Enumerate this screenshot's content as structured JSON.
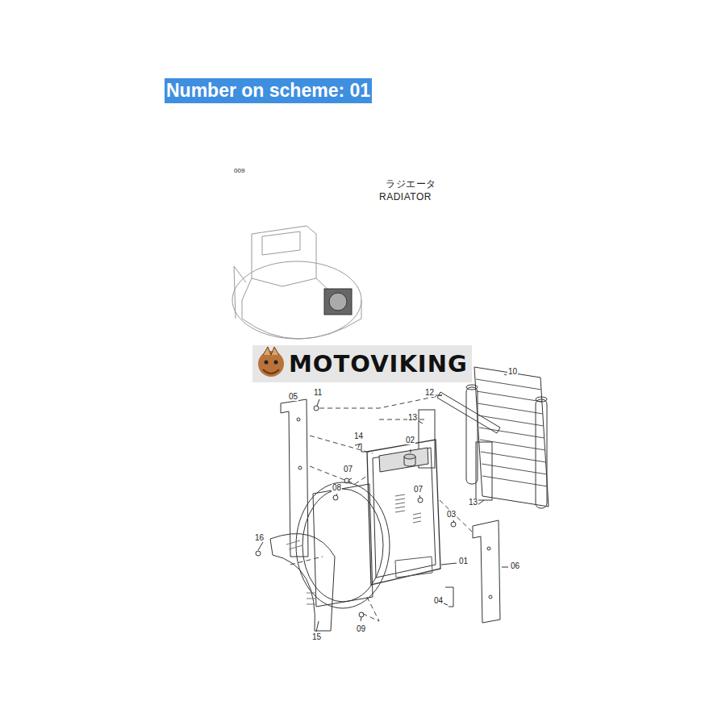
{
  "diagram": {
    "labels": [
      "Number on scheme: 01",
      "009",
      "ラジエータ",
      "RADIATOR",
      "MOTOVIKING",
      "10",
      "11",
      "12",
      "05",
      "13",
      "14",
      "02",
      "07",
      "08",
      "07",
      "03",
      "16",
      "01",
      "06",
      "04",
      "09",
      "15",
      "13"
    ]
  }
}
